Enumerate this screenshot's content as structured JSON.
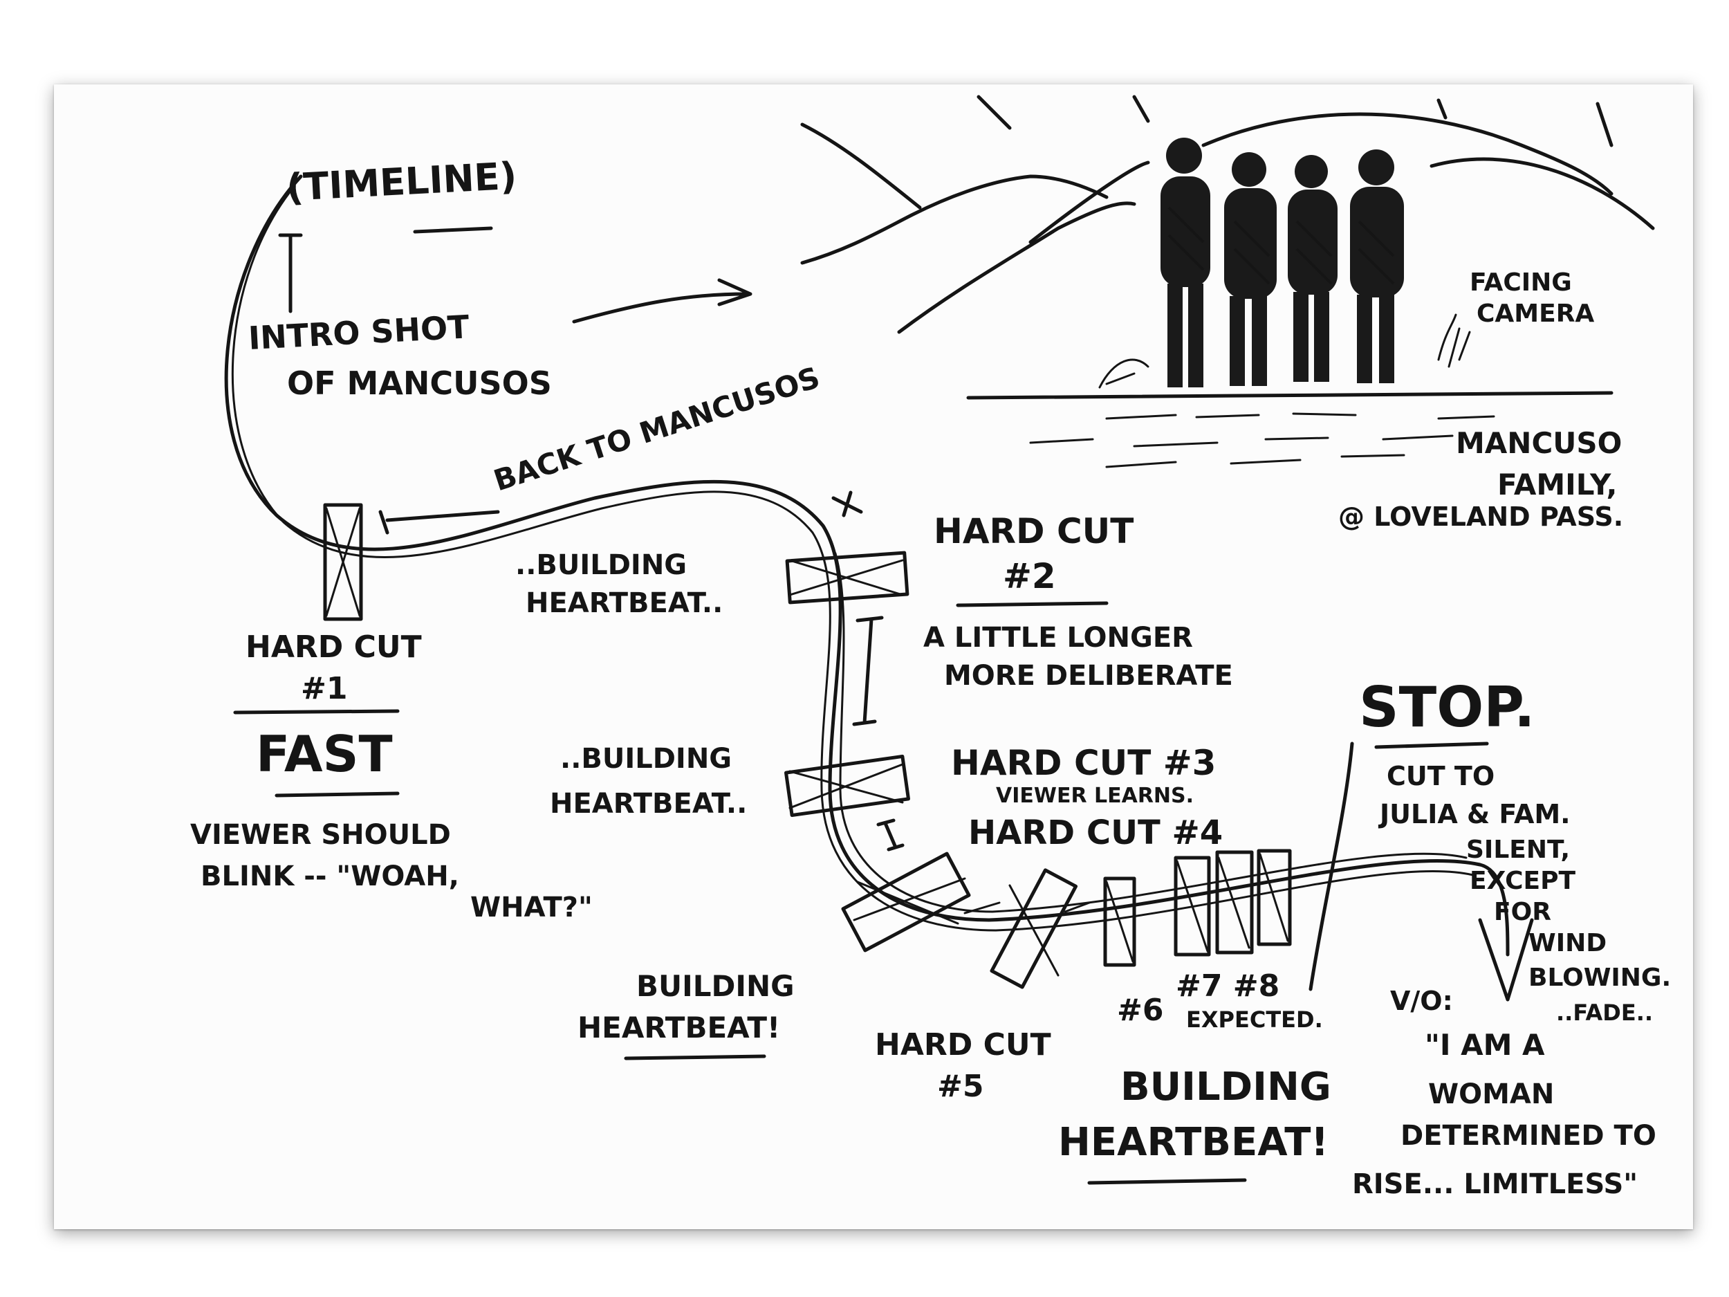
{
  "timeline": {
    "title": "(TIMELINE)",
    "intro_line1": "INTRO SHOT",
    "intro_line2": "OF MANCUSOS",
    "back_to": "BACK TO MANCUSOS"
  },
  "cut1": {
    "label1": "HARD CUT",
    "label2": "#1",
    "speed": "FAST",
    "note_line1": "VIEWER SHOULD",
    "note_line2": "BLINK -- \"WOAH,",
    "note_line3": "WHAT?\""
  },
  "cut2": {
    "building1": "..BUILDING",
    "building2": "HEARTBEAT..",
    "label1": "HARD CUT",
    "label2": "#2",
    "note_line1": "A LITTLE LONGER",
    "note_line2": "MORE DELIBERATE"
  },
  "cut3": {
    "building1": "..BUILDING",
    "building2": "HEARTBEAT..",
    "label": "HARD CUT #3",
    "note": "VIEWER LEARNS.",
    "label4": "HARD CUT #4"
  },
  "cut5": {
    "building1": "BUILDING",
    "building2": "HEARTBEAT!",
    "label1": "HARD CUT",
    "label2": "#5",
    "label6": "#6",
    "label78": "#7 #8",
    "note": "EXPECTED."
  },
  "final": {
    "building1": "BUILDING",
    "building2": "HEARTBEAT!",
    "stop": "STOP.",
    "cut_line1": "CUT TO",
    "cut_line2": "JULIA & FAM.",
    "silent1": "SILENT,",
    "silent2": "EXCEPT",
    "silent3": "FOR",
    "silent4": "WIND",
    "silent5": "BLOWING.",
    "fade": "..FADE..",
    "vo_label": "V/O:",
    "vo_line1": "\"I AM A",
    "vo_line2": "WOMAN",
    "vo_line3": "DETERMINED TO",
    "vo_line4": "RISE... LIMITLESS\""
  },
  "scene": {
    "facing1": "FACING",
    "facing2": "CAMERA",
    "caption1": "MANCUSO",
    "caption2": "FAMILY,",
    "caption3": "@ LOVELAND PASS."
  },
  "colors": {
    "ink": "#151515",
    "paper": "#fcfcfc"
  }
}
